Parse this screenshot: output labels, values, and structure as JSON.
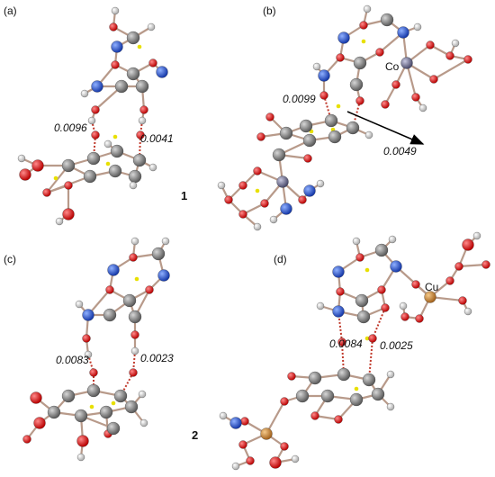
{
  "panels": {
    "a": {
      "label": "(a)",
      "values": [
        "0.0096",
        "0.0041"
      ]
    },
    "b": {
      "label": "(b)",
      "values": [
        "0.0099",
        "0.0049"
      ],
      "metal": "Co"
    },
    "c": {
      "label": "(c)",
      "values": [
        "0.0083",
        "0.0023"
      ]
    },
    "d": {
      "label": "(d)",
      "values": [
        "0.0084",
        "0.0025"
      ],
      "metal": "Cu"
    }
  },
  "compounds": [
    "1",
    "2"
  ],
  "colors": {
    "carbon": "#7d7d7d",
    "nitrogen": "#1f4fd6",
    "oxygen": "#e01b1b",
    "hydrogen": "#d8d8d8",
    "cobalt": "#6e6e8c",
    "copper": "#c98a3a",
    "centroid": "#e8e000",
    "bond": "#b89a8a"
  }
}
